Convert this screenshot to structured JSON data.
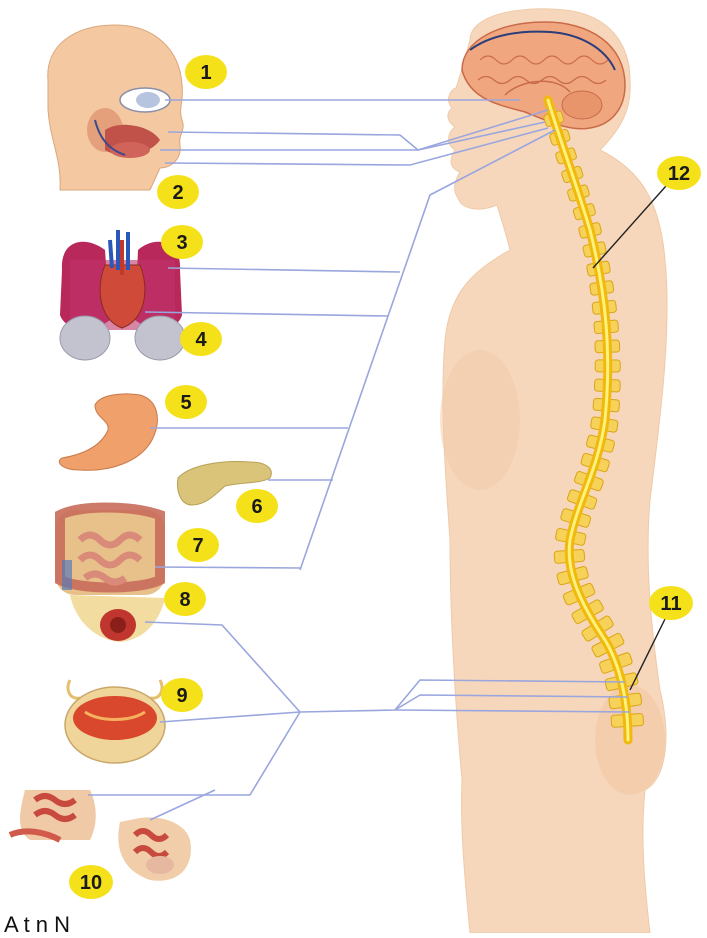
{
  "diagram": {
    "colors": {
      "connector": "#9aa6de",
      "badge": "#f5e11a",
      "skin": "#f6d2b3",
      "spine": "#f3c21e",
      "organ_red": "#c8352e",
      "lung": "#b8285a"
    },
    "labels": [
      {
        "id": "1",
        "text": "1"
      },
      {
        "id": "2",
        "text": "2"
      },
      {
        "id": "3",
        "text": "3"
      },
      {
        "id": "4",
        "text": "4"
      },
      {
        "id": "5",
        "text": "5"
      },
      {
        "id": "6",
        "text": "6"
      },
      {
        "id": "7",
        "text": "7"
      },
      {
        "id": "8",
        "text": "8"
      },
      {
        "id": "9",
        "text": "9"
      },
      {
        "id": "10",
        "text": "10"
      },
      {
        "id": "11",
        "text": "11"
      },
      {
        "id": "12",
        "text": "12"
      }
    ],
    "caption": "A t n N"
  }
}
